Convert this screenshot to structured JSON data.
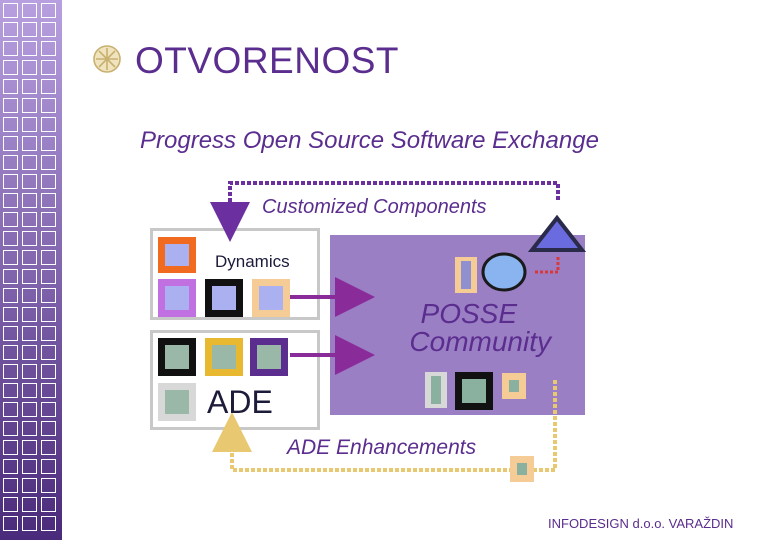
{
  "slide": {
    "title": "OTVORENOST",
    "subtitle": "Progress Open Source Software Exchange",
    "footer": "INFODESIGN d.o.o. VARAŽDIN"
  },
  "diagram": {
    "top_loop_label": "Customized Components",
    "bottom_loop_label": "ADE Enhancements",
    "dynamics_label": "Dynamics",
    "ade_label": "ADE",
    "posse_line1": "POSSE",
    "posse_line2": "Community"
  },
  "colors": {
    "title": "#5a2d8e",
    "posse_fill": "#9b7fc4",
    "top_loop": "#6b2fa0",
    "bottom_loop": "#e8c870",
    "arrow": "#8a2b9a",
    "bullet_icon": "#c8b070"
  },
  "icons": [
    "tree-ornament-icon",
    "triangle-icon",
    "circle-icon"
  ]
}
